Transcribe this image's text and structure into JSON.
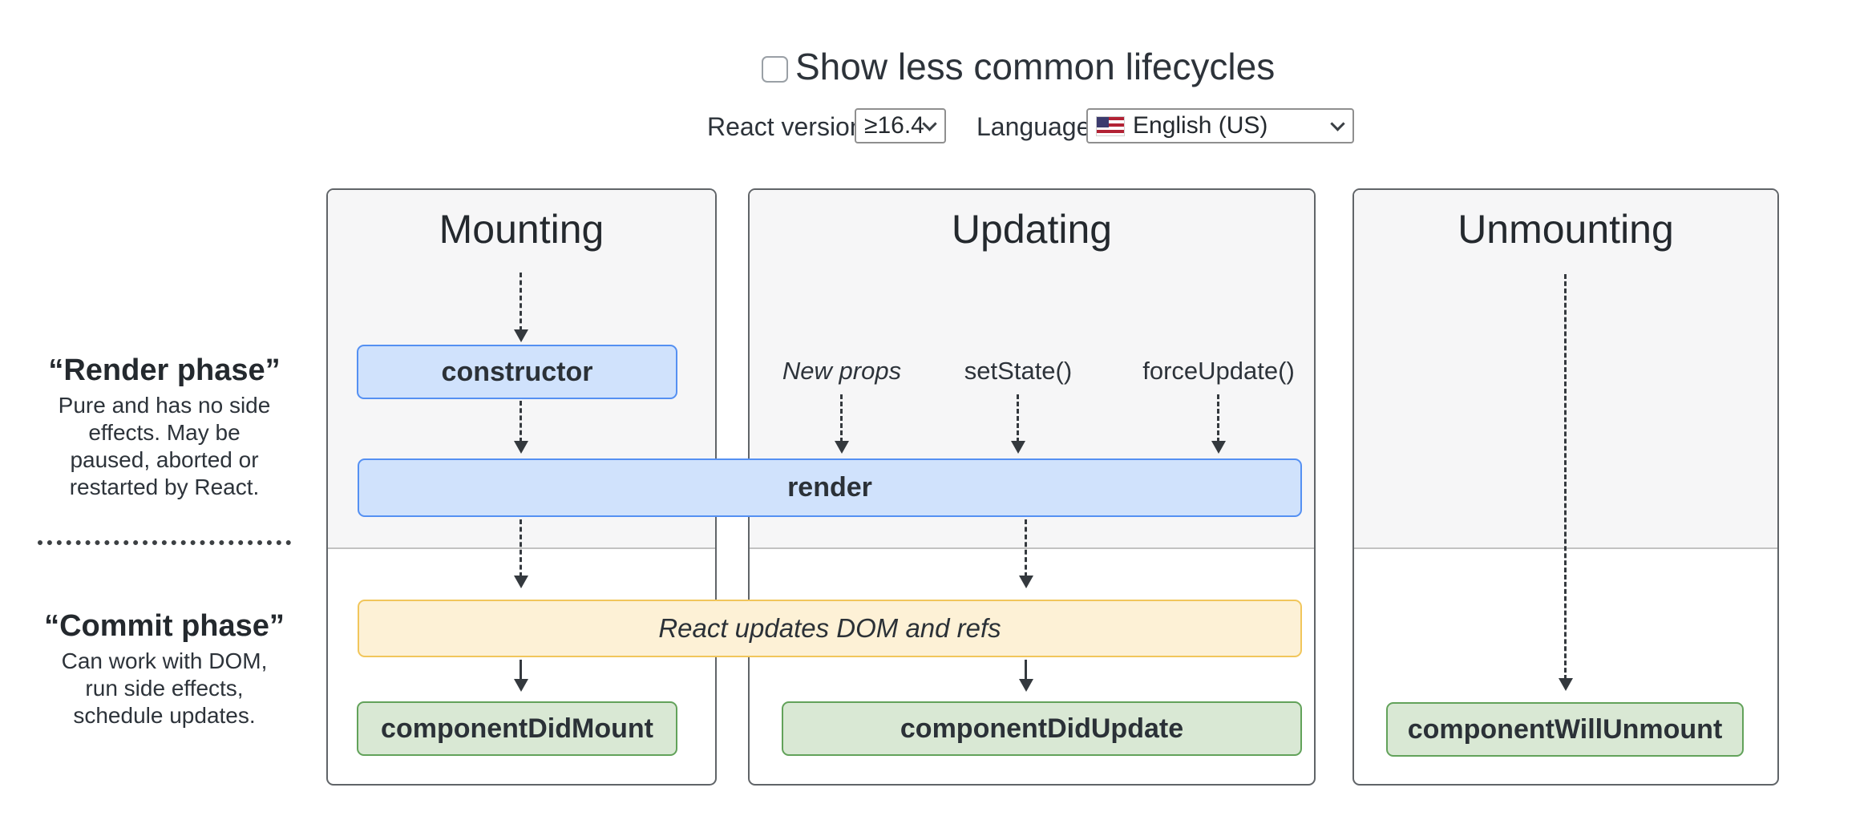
{
  "header": {
    "toggle_label": "Show less common lifecycles",
    "toggle_checked": false,
    "react_version_label": "React version",
    "react_version_value": "≥16.4",
    "language_label": "Language",
    "language_flag": "🇺🇸",
    "language_value": "English (US)"
  },
  "phases": {
    "render": {
      "title": "“Render phase”",
      "description": "Pure and has no side effects. May be paused, aborted or restarted by React."
    },
    "commit": {
      "title": "“Commit phase”",
      "description": "Can work with DOM, run side effects, schedule updates."
    }
  },
  "columns": {
    "mounting": {
      "title": "Mounting",
      "constructor_label": "constructor",
      "did_mount_label": "componentDidMount"
    },
    "updating": {
      "title": "Updating",
      "triggers": [
        "New props",
        "setState()",
        "forceUpdate()"
      ],
      "did_update_label": "componentDidUpdate"
    },
    "unmounting": {
      "title": "Unmounting",
      "will_unmount_label": "componentWillUnmount"
    }
  },
  "shared": {
    "render_label": "render",
    "dom_refs_label": "React updates DOM and refs"
  },
  "colors": {
    "lifecycle_fill": "#d0e2fc",
    "lifecycle_border": "#5590f2",
    "side_effect_fill": "#fdf1d6",
    "side_effect_border": "#f1c65b",
    "commit_fill": "#d9e8d4",
    "commit_border": "#62a25a",
    "panel_background": "#f6f6f7",
    "panel_border": "#606468",
    "text": "#2b3137"
  }
}
